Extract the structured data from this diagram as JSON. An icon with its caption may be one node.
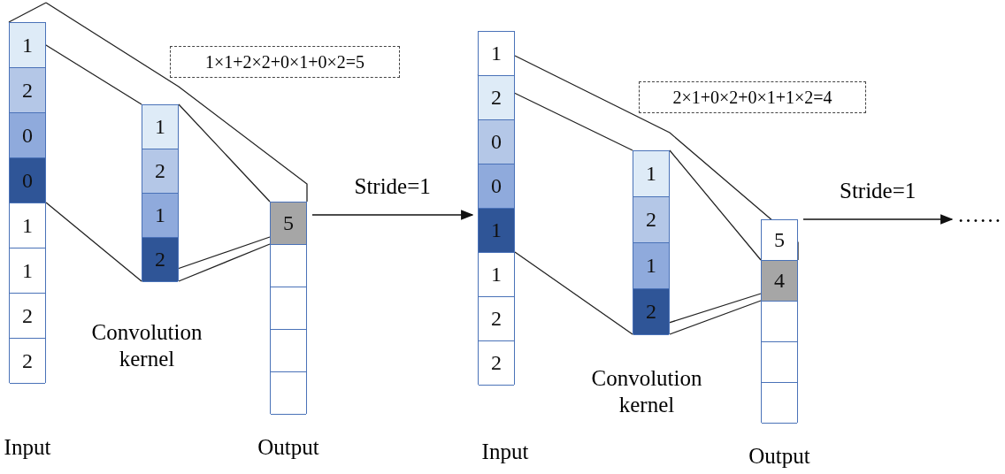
{
  "diagram": {
    "nodes": [
      {
        "text": [
          "1×1+2×2+0×1+0×2=5"
        ]
      },
      {
        "text": [
          "Input"
        ]
      },
      {
        "text": [
          "1"
        ],
        "in": 1
      },
      {
        "text": [
          "2"
        ],
        "in": 1
      },
      {
        "text": [
          "0"
        ],
        "in": 1
      },
      {
        "text": [
          "0"
        ],
        "in": 1
      },
      {
        "text": [
          "1"
        ],
        "in": 1
      },
      {
        "text": [
          "1"
        ],
        "in": 1
      },
      {
        "text": [
          "2"
        ],
        "in": 1
      },
      {
        "text": [
          "2"
        ],
        "in": 1
      },
      {
        "text": [
          "Convolution kernel"
        ]
      },
      {
        "text": [
          "1"
        ],
        "in": 10
      },
      {
        "text": [
          "2"
        ],
        "in": 10
      },
      {
        "text": [
          "1"
        ],
        "in": 10
      },
      {
        "text": [
          "2"
        ],
        "in": 10
      },
      {
        "text": [
          "Output"
        ]
      },
      {
        "text": [
          "5"
        ],
        "in": 15
      },
      {
        "text": [],
        "shape": "box",
        "in": 15
      },
      {
        "text": [],
        "shape": "box",
        "in": 15
      },
      {
        "text": [],
        "shape": "box",
        "in": 15
      },
      {
        "text": [],
        "shape": "box",
        "in": 15
      },
      {
        "text": [
          "2×1+0×2+0×1+1×2=4"
        ]
      },
      {
        "text": [
          "Input"
        ]
      },
      {
        "text": [
          "1"
        ],
        "in": 22
      },
      {
        "text": [
          "2"
        ],
        "in": 22
      },
      {
        "text": [
          "0"
        ],
        "in": 22
      },
      {
        "text": [
          "0"
        ],
        "in": 22
      },
      {
        "text": [
          "1"
        ],
        "in": 22
      },
      {
        "text": [
          "1"
        ],
        "in": 22
      },
      {
        "text": [
          "2"
        ],
        "in": 22
      },
      {
        "text": [
          "2"
        ],
        "in": 22
      },
      {
        "text": [
          "Convolution kernel"
        ]
      },
      {
        "text": [
          "1"
        ],
        "in": 31
      },
      {
        "text": [
          "2"
        ],
        "in": 31
      },
      {
        "text": [
          "1"
        ],
        "in": 31
      },
      {
        "text": [
          "2"
        ],
        "in": 31
      },
      {
        "text": [
          "Output"
        ]
      },
      {
        "text": [
          "5"
        ],
        "in": 36
      },
      {
        "text": [
          "4"
        ],
        "in": 36
      },
      {
        "text": [],
        "shape": "box",
        "in": 36
      },
      {
        "text": [],
        "shape": "box",
        "in": 36
      },
      {
        "text": [],
        "shape": "box",
        "in": 36
      },
      {
        "text": [
          "……"
        ]
      }
    ],
    "edges": [
      {
        "from": 15,
        "to": 22,
        "arrow": "to",
        "label": "Stride=1"
      },
      {
        "from": 36,
        "to": 42,
        "arrow": "to",
        "label": "Stride=1"
      }
    ]
  }
}
